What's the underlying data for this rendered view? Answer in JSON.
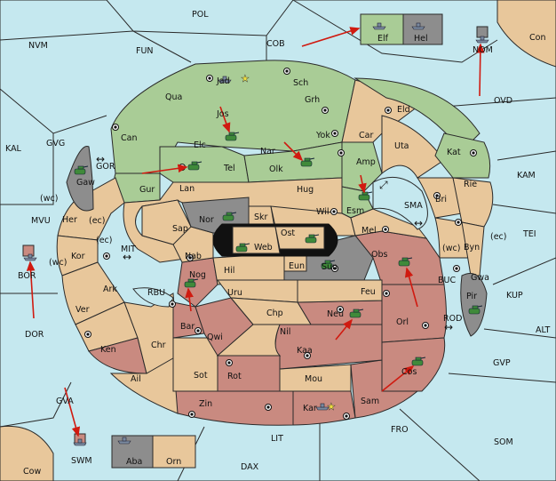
{
  "colors": {
    "sea": "#c5e8ef",
    "green_power": "#a9cc96",
    "neutral_land": "#e8c79b",
    "red_power": "#c98a80",
    "gray_power": "#8d8d8d",
    "arrow": "#d01a10"
  },
  "regions": {
    "POL": "POL",
    "NVM": "NVM",
    "FUN": "FUN",
    "COB": "COB",
    "Elf": "Elf",
    "Hel": "Hel",
    "NOM": "NOM",
    "Con": "Con",
    "OVD": "OVD",
    "KAL": "KAL",
    "GVG": "GVG",
    "GOR": "GOR",
    "Gaw": "Gaw",
    "Jad": "Jad",
    "Sch": "Sch",
    "Qua": "Qua",
    "Jos": "Jos",
    "Grh": "Grh",
    "Eld": "Eld",
    "Can": "Can",
    "Elc": "Elc",
    "Nar": "Nar",
    "Yok": "Yok",
    "Car": "Car",
    "Uta": "Uta",
    "Kat": "Kat",
    "Amp": "Amp",
    "Olk": "Olk",
    "Tel": "Tel",
    "Gur": "Gur",
    "Lan": "Lan",
    "Hug": "Hug",
    "KAM": "KAM",
    "Rie": "Rie",
    "Bri": "Bri",
    "Esm": "Esm",
    "SMA": "SMA",
    "wc1": "(wc)",
    "Her": "Her",
    "ec1": "(ec)",
    "MVU": "MVU",
    "Nor": "Nor",
    "Skr": "Skr",
    "Wil": "Wil",
    "Sap": "Sap",
    "Ost": "Ost",
    "Web": "Web",
    "Mel": "Mel",
    "TEI": "TEI",
    "ec2": "(ec)",
    "Kor": "Kor",
    "MIT": "MIT",
    "wc2": "(wc)",
    "Byn": "Byn",
    "ec3": "(ec)",
    "Nab": "Nab",
    "Eun": "Eun",
    "Sun": "Sun",
    "Obs": "Obs",
    "wc3": "(wc)",
    "Gwa": "Gwa",
    "BOR": "BOR",
    "Ark": "Ark",
    "RBU": "RBU",
    "Nog": "Nog",
    "Hil": "Hil",
    "Uru": "Uru",
    "Feu": "Feu",
    "BUC": "BUC",
    "KUP": "KUP",
    "Pir": "Pir",
    "Ver": "Ver",
    "Chp": "Chp",
    "Neu": "Neu",
    "Orl": "Orl",
    "DOR": "DOR",
    "Bar": "Bar",
    "Qwi": "Qwi",
    "Nil": "Nil",
    "ROD": "ROD",
    "ALT": "ALT",
    "Ken": "Ken",
    "Chr": "Chr",
    "Kaa": "Kaa",
    "GVP": "GVP",
    "Ail": "Ail",
    "Sot": "Sot",
    "Rot": "Rot",
    "Mou": "Mou",
    "Cos": "Cos",
    "Zin": "Zin",
    "Kar": "Kar",
    "Sam": "Sam",
    "GVA": "GVA",
    "FRO": "FRO",
    "LIT": "LIT",
    "SOM": "SOM",
    "SWM": "SWM",
    "Aba": "Aba",
    "Orn": "Orn",
    "DAX": "DAX",
    "Cow": "Cow"
  }
}
